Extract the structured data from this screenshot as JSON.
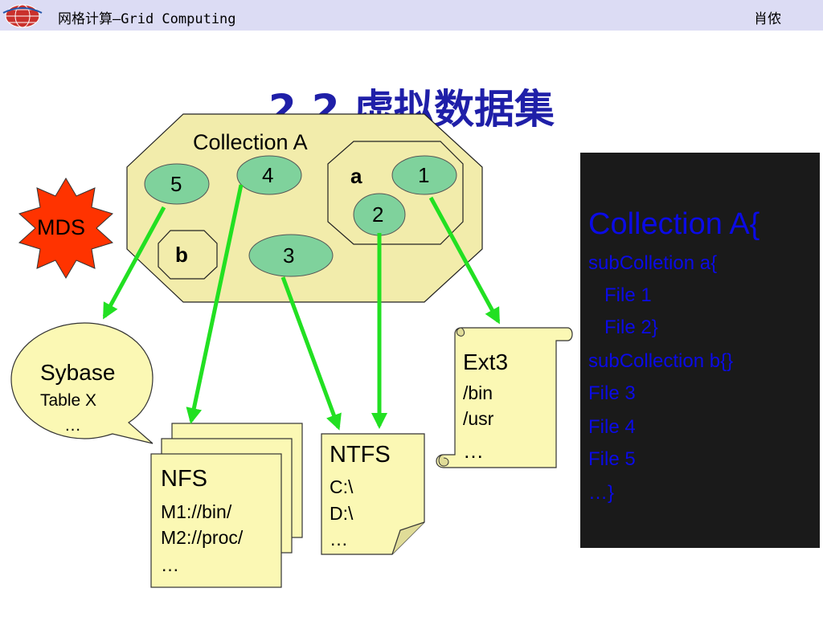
{
  "header": {
    "course_title": "网格计算—Grid Computing",
    "author": "肖侬"
  },
  "slide": {
    "title": "2.2 虚拟数据集"
  },
  "diagram": {
    "collection_label": "Collection A",
    "nodes": {
      "n5": "5",
      "n4": "4",
      "n1": "1",
      "n2": "2",
      "n3": "3"
    },
    "sub_a": "a",
    "sub_b": "b",
    "mds": "MDS",
    "sybase": {
      "title": "Sybase",
      "line1": "Table X",
      "line2": "…"
    },
    "nfs": {
      "title": "NFS",
      "line1": "M1://bin/",
      "line2": "M2://proc/",
      "line3": "…"
    },
    "ntfs": {
      "title": "NTFS",
      "line1": "C:\\",
      "line2": "D:\\",
      "line3": "…"
    },
    "ext3": {
      "title": "Ext3",
      "line1": "/bin",
      "line2": "/usr",
      "line3": "…"
    }
  },
  "code_panel": {
    "lines": [
      "Collection A{",
      "subColletion a{",
      "   File 1",
      "   File 2}",
      "subCollection b{}",
      "File 3",
      "File 4",
      "File 5",
      "…}"
    ]
  },
  "colors": {
    "header_bg": "#dcdcf4",
    "title": "#1f1fa8",
    "collection_fill": "#f2ecab",
    "node_fill": "#7fd29c",
    "arrow": "#22e022",
    "mds_fill": "#ff3300",
    "doc_fill": "#fbf8b4",
    "code_bg": "#1a1a1a",
    "code_text": "#0b0be6"
  }
}
